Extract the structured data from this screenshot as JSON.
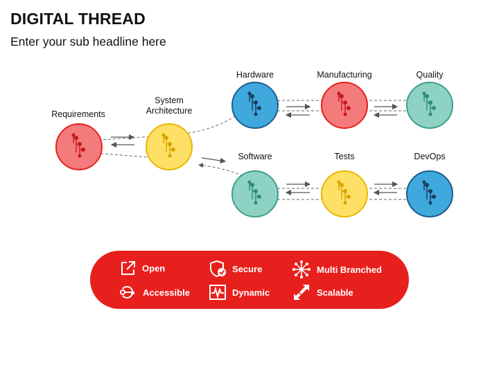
{
  "header": {
    "title": "DIGITAL THREAD",
    "subtitle": "Enter your sub headline here"
  },
  "nodes": [
    {
      "id": "requirements",
      "label": "Requirements",
      "fill": "#f47b7b",
      "stroke": "#e8201d",
      "accent": "#c8161b"
    },
    {
      "id": "system-architecture",
      "label_line1": "System",
      "label_line2": "Architecture",
      "fill": "#ffe066",
      "stroke": "#e9b600",
      "accent": "#d7a400"
    },
    {
      "id": "hardware",
      "label": "Hardware",
      "fill": "#3fa8dc",
      "stroke": "#1c5c8a",
      "accent": "#173f5f"
    },
    {
      "id": "manufacturing",
      "label": "Manufacturing",
      "fill": "#f47b7b",
      "stroke": "#e8201d",
      "accent": "#c8161b"
    },
    {
      "id": "quality",
      "label": "Quality",
      "fill": "#8ed2c3",
      "stroke": "#3aa08a",
      "accent": "#2b8c76"
    },
    {
      "id": "software",
      "label": "Software",
      "fill": "#8ed2c3",
      "stroke": "#3aa08a",
      "accent": "#2b8c76"
    },
    {
      "id": "tests",
      "label": "Tests",
      "fill": "#ffe066",
      "stroke": "#e9b600",
      "accent": "#d7a400"
    },
    {
      "id": "devops",
      "label": "DevOps",
      "fill": "#3fa8dc",
      "stroke": "#1c5c8a",
      "accent": "#173f5f"
    }
  ],
  "features": [
    {
      "label": "Open",
      "icon": "external-link-icon"
    },
    {
      "label": "Secure",
      "icon": "shield-check-icon"
    },
    {
      "label": "Multi Branched",
      "icon": "multi-branch-icon"
    },
    {
      "label": "Accessible",
      "icon": "key-icon"
    },
    {
      "label": "Dynamic",
      "icon": "pulse-wave-icon"
    },
    {
      "label": "Scalable",
      "icon": "scale-arrows-icon"
    }
  ],
  "colors": {
    "banner": "#e8201d",
    "connector": "#555555"
  }
}
